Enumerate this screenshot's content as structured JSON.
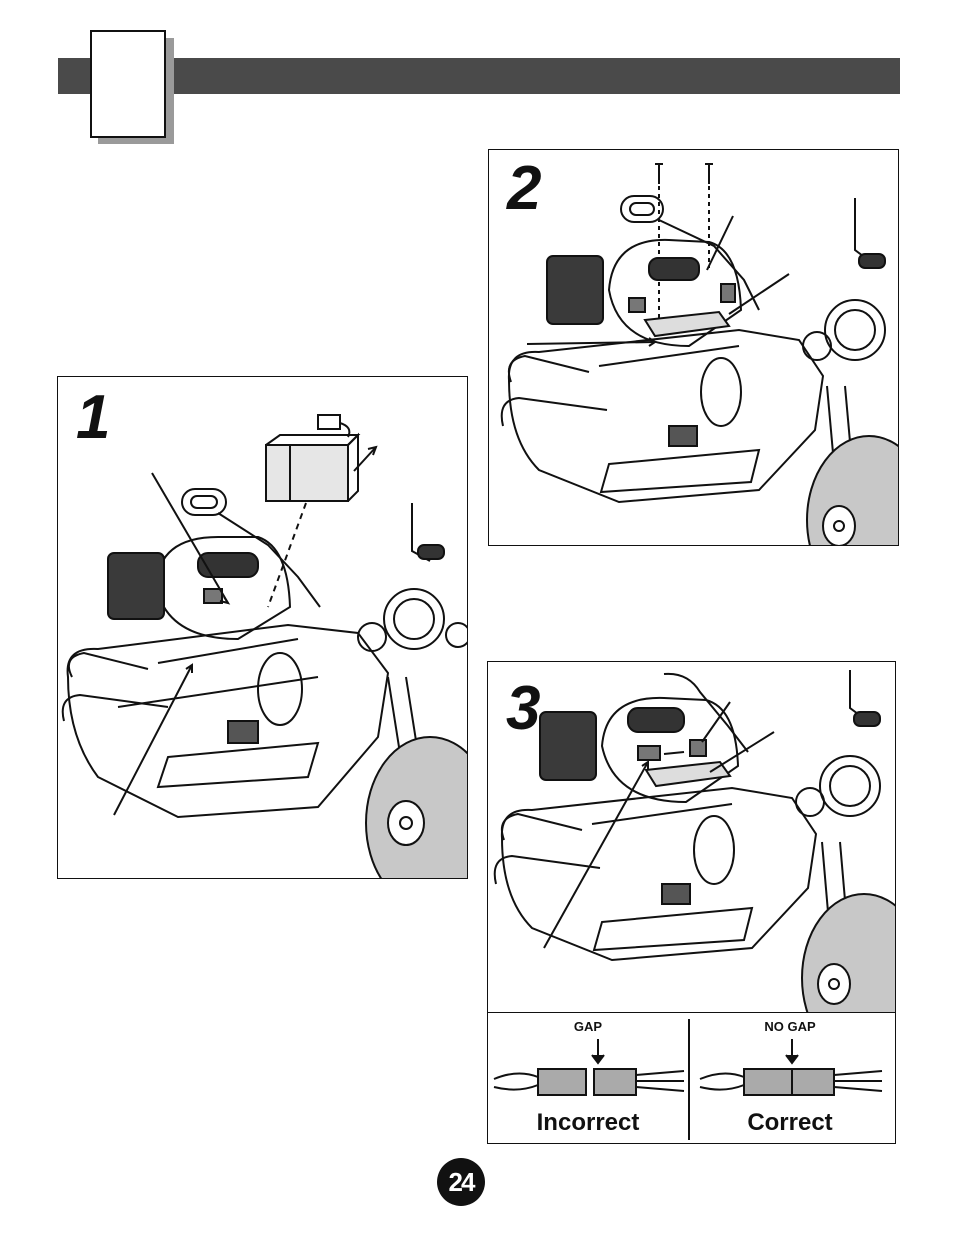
{
  "steps": [
    {
      "number": "1"
    },
    {
      "number": "2"
    },
    {
      "number": "3"
    }
  ],
  "connector": {
    "incorrect": {
      "callout": "GAP",
      "caption": "Incorrect"
    },
    "correct": {
      "callout": "NO GAP",
      "caption": "Correct"
    }
  },
  "page_number": "24",
  "colors": {
    "header_bar": "#4a4a4a",
    "line": "#111111",
    "shadow": "#9a9a9a"
  }
}
